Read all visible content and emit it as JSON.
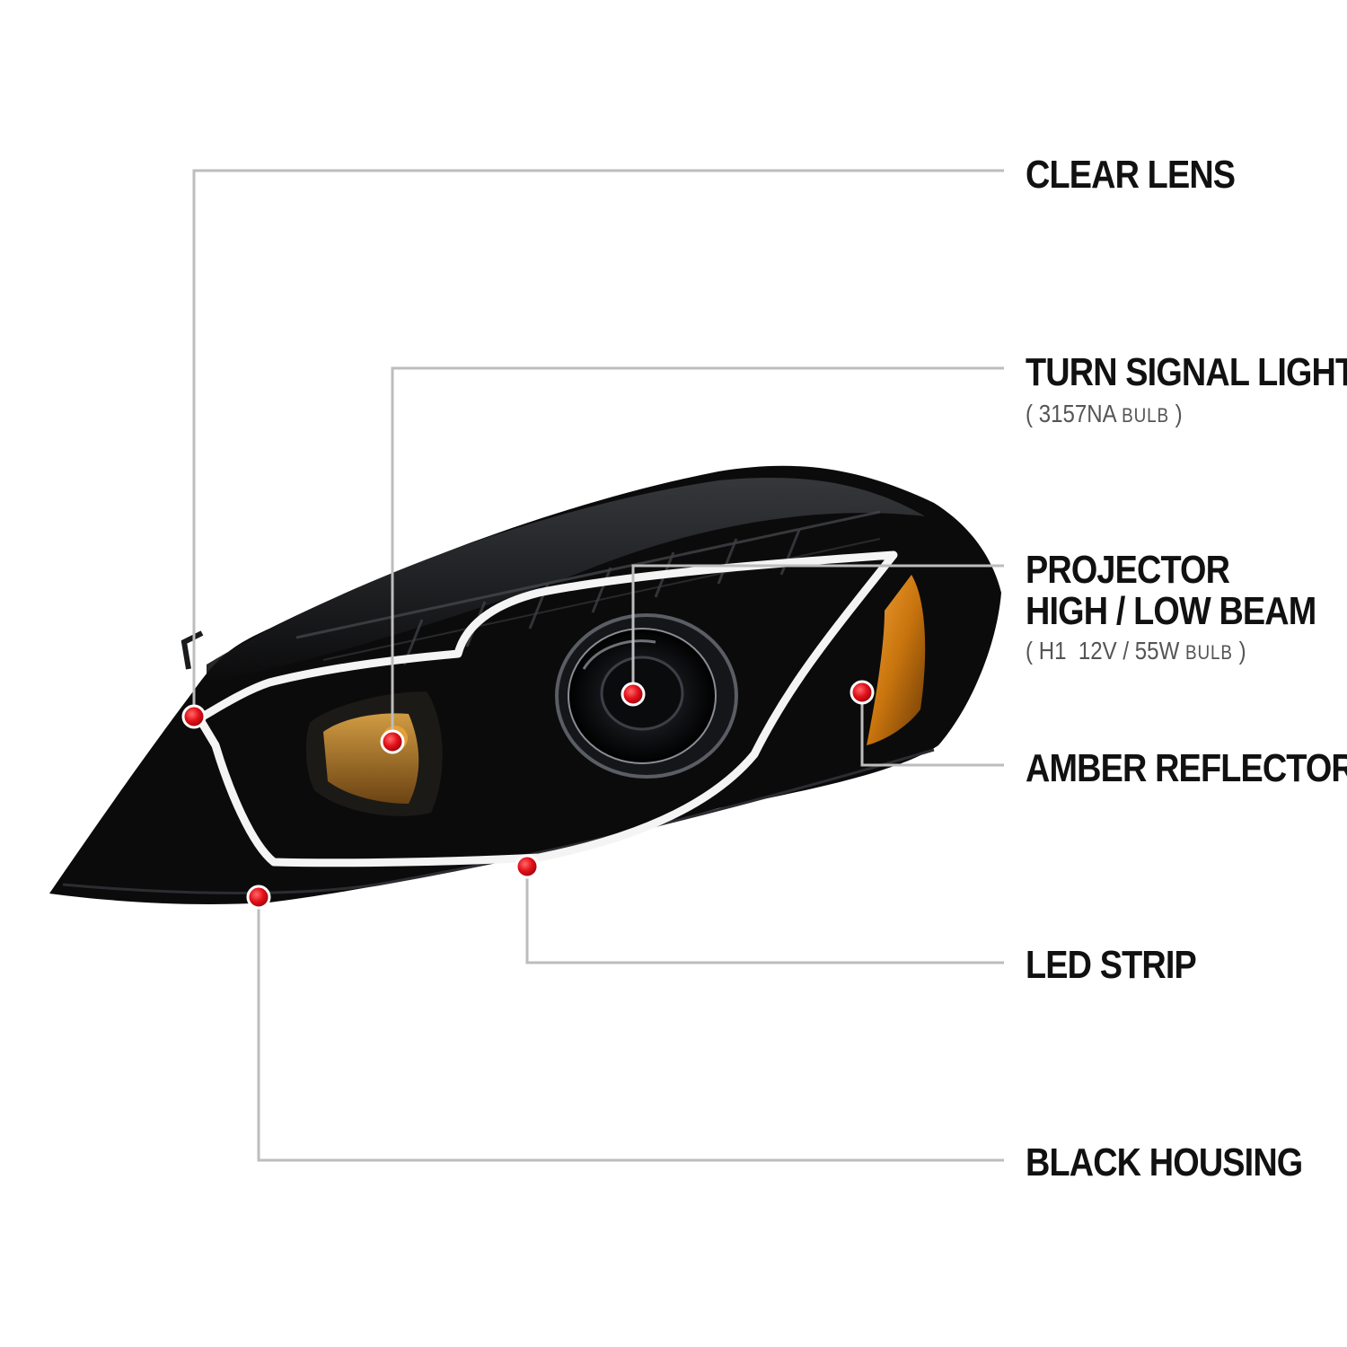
{
  "callouts": [
    {
      "id": "clear-lens",
      "lines": [
        "CLEAR LENS"
      ]
    },
    {
      "id": "turn-signal-light",
      "lines": [
        "TURN SIGNAL LIGHT"
      ],
      "note": "3157NA",
      "note_suffix": "BULB"
    },
    {
      "id": "projector",
      "lines": [
        "PROJECTOR",
        "HIGH / LOW BEAM"
      ],
      "note": "H1  12V / 55W",
      "note_suffix": "BULB"
    },
    {
      "id": "amber-reflector",
      "lines": [
        "AMBER REFLECTOR"
      ]
    },
    {
      "id": "led-strip",
      "lines": [
        "LED STRIP"
      ]
    },
    {
      "id": "black-housing",
      "lines": [
        "BLACK HOUSING"
      ]
    }
  ],
  "colors": {
    "leader_line": "#bdbdbd",
    "marker": "#e3101a",
    "label_text": "#111111",
    "note_text": "#555555",
    "housing": "#0b0b0c",
    "led": "#f4f4f4",
    "amber": "#c9750e"
  }
}
